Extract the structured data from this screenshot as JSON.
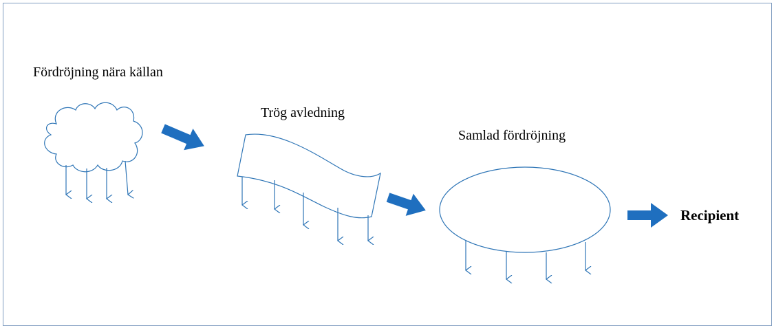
{
  "diagram": {
    "labels": {
      "source_delay": "Fördröjning nära källan",
      "slow_diversion": "Trög avledning",
      "combined_delay": "Samlad fördröjning",
      "recipient": "Recipient"
    },
    "colors": {
      "outline": "#2e75b6",
      "arrow": "#1f6fbf",
      "frame": "#7f9cbf"
    }
  }
}
